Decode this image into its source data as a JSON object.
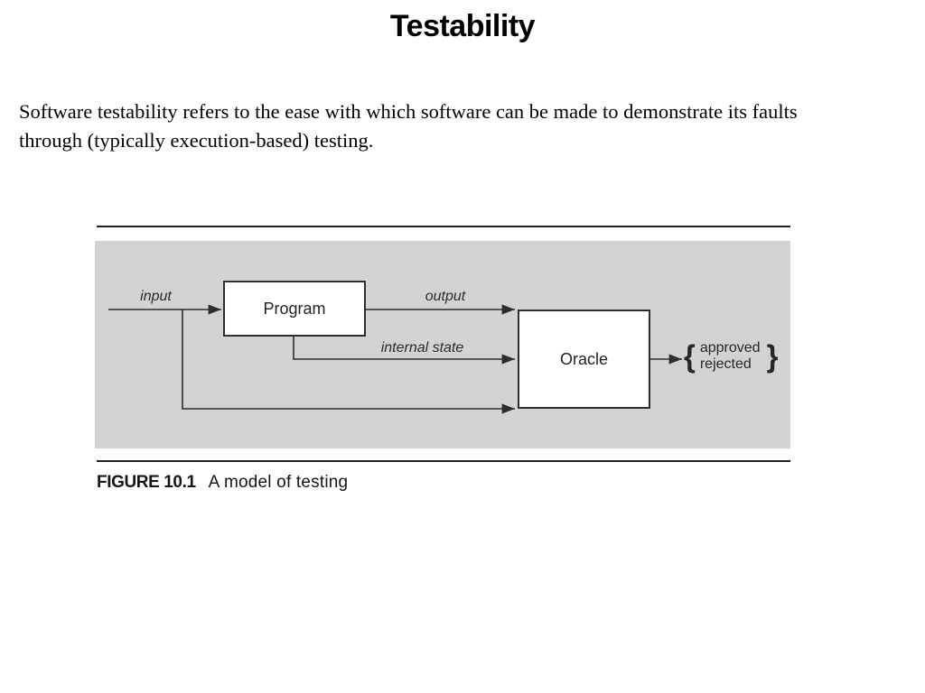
{
  "slide": {
    "title": "Testability",
    "body_lines": [
      "Software testability refers to the ease with which software can be made to demonstrate its faults",
      "through (typically execution-based) testing."
    ]
  },
  "figure": {
    "caption_label": "FIGURE 10.1",
    "caption_text": "A model of testing",
    "nodes": {
      "program": "Program",
      "oracle": "Oracle"
    },
    "edge_labels": {
      "input": "input",
      "output": "output",
      "internal_state": "internal state"
    },
    "outcomes": {
      "brace_left": "{",
      "approved": "approved",
      "rejected": "rejected",
      "brace_right": "}"
    },
    "colors": {
      "panel_bg": "#d3d3d3",
      "line": "#2e2e2e",
      "text": "#2b2b2b"
    }
  }
}
